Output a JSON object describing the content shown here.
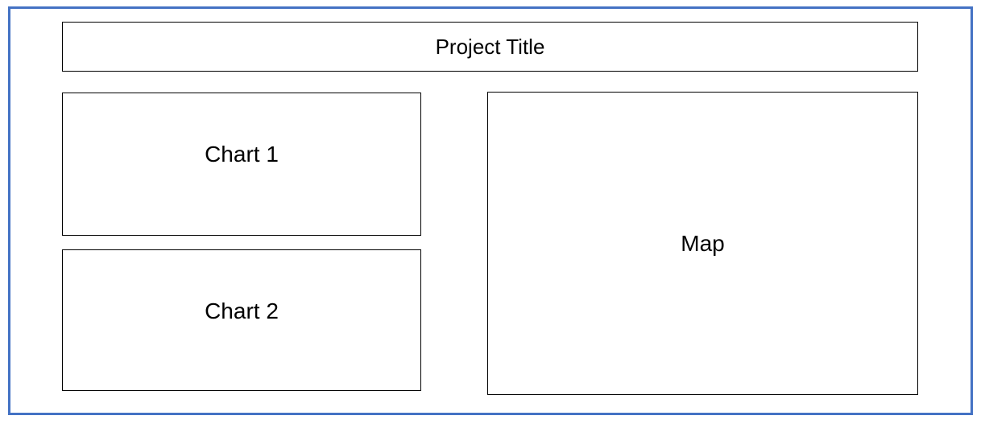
{
  "header": {
    "title": "Project Title"
  },
  "panels": {
    "chart1_label": "Chart 1",
    "chart2_label": "Chart 2",
    "map_label": "Map"
  },
  "colors": {
    "frame_border": "#4472c4",
    "box_border": "#000000",
    "background": "#ffffff"
  }
}
